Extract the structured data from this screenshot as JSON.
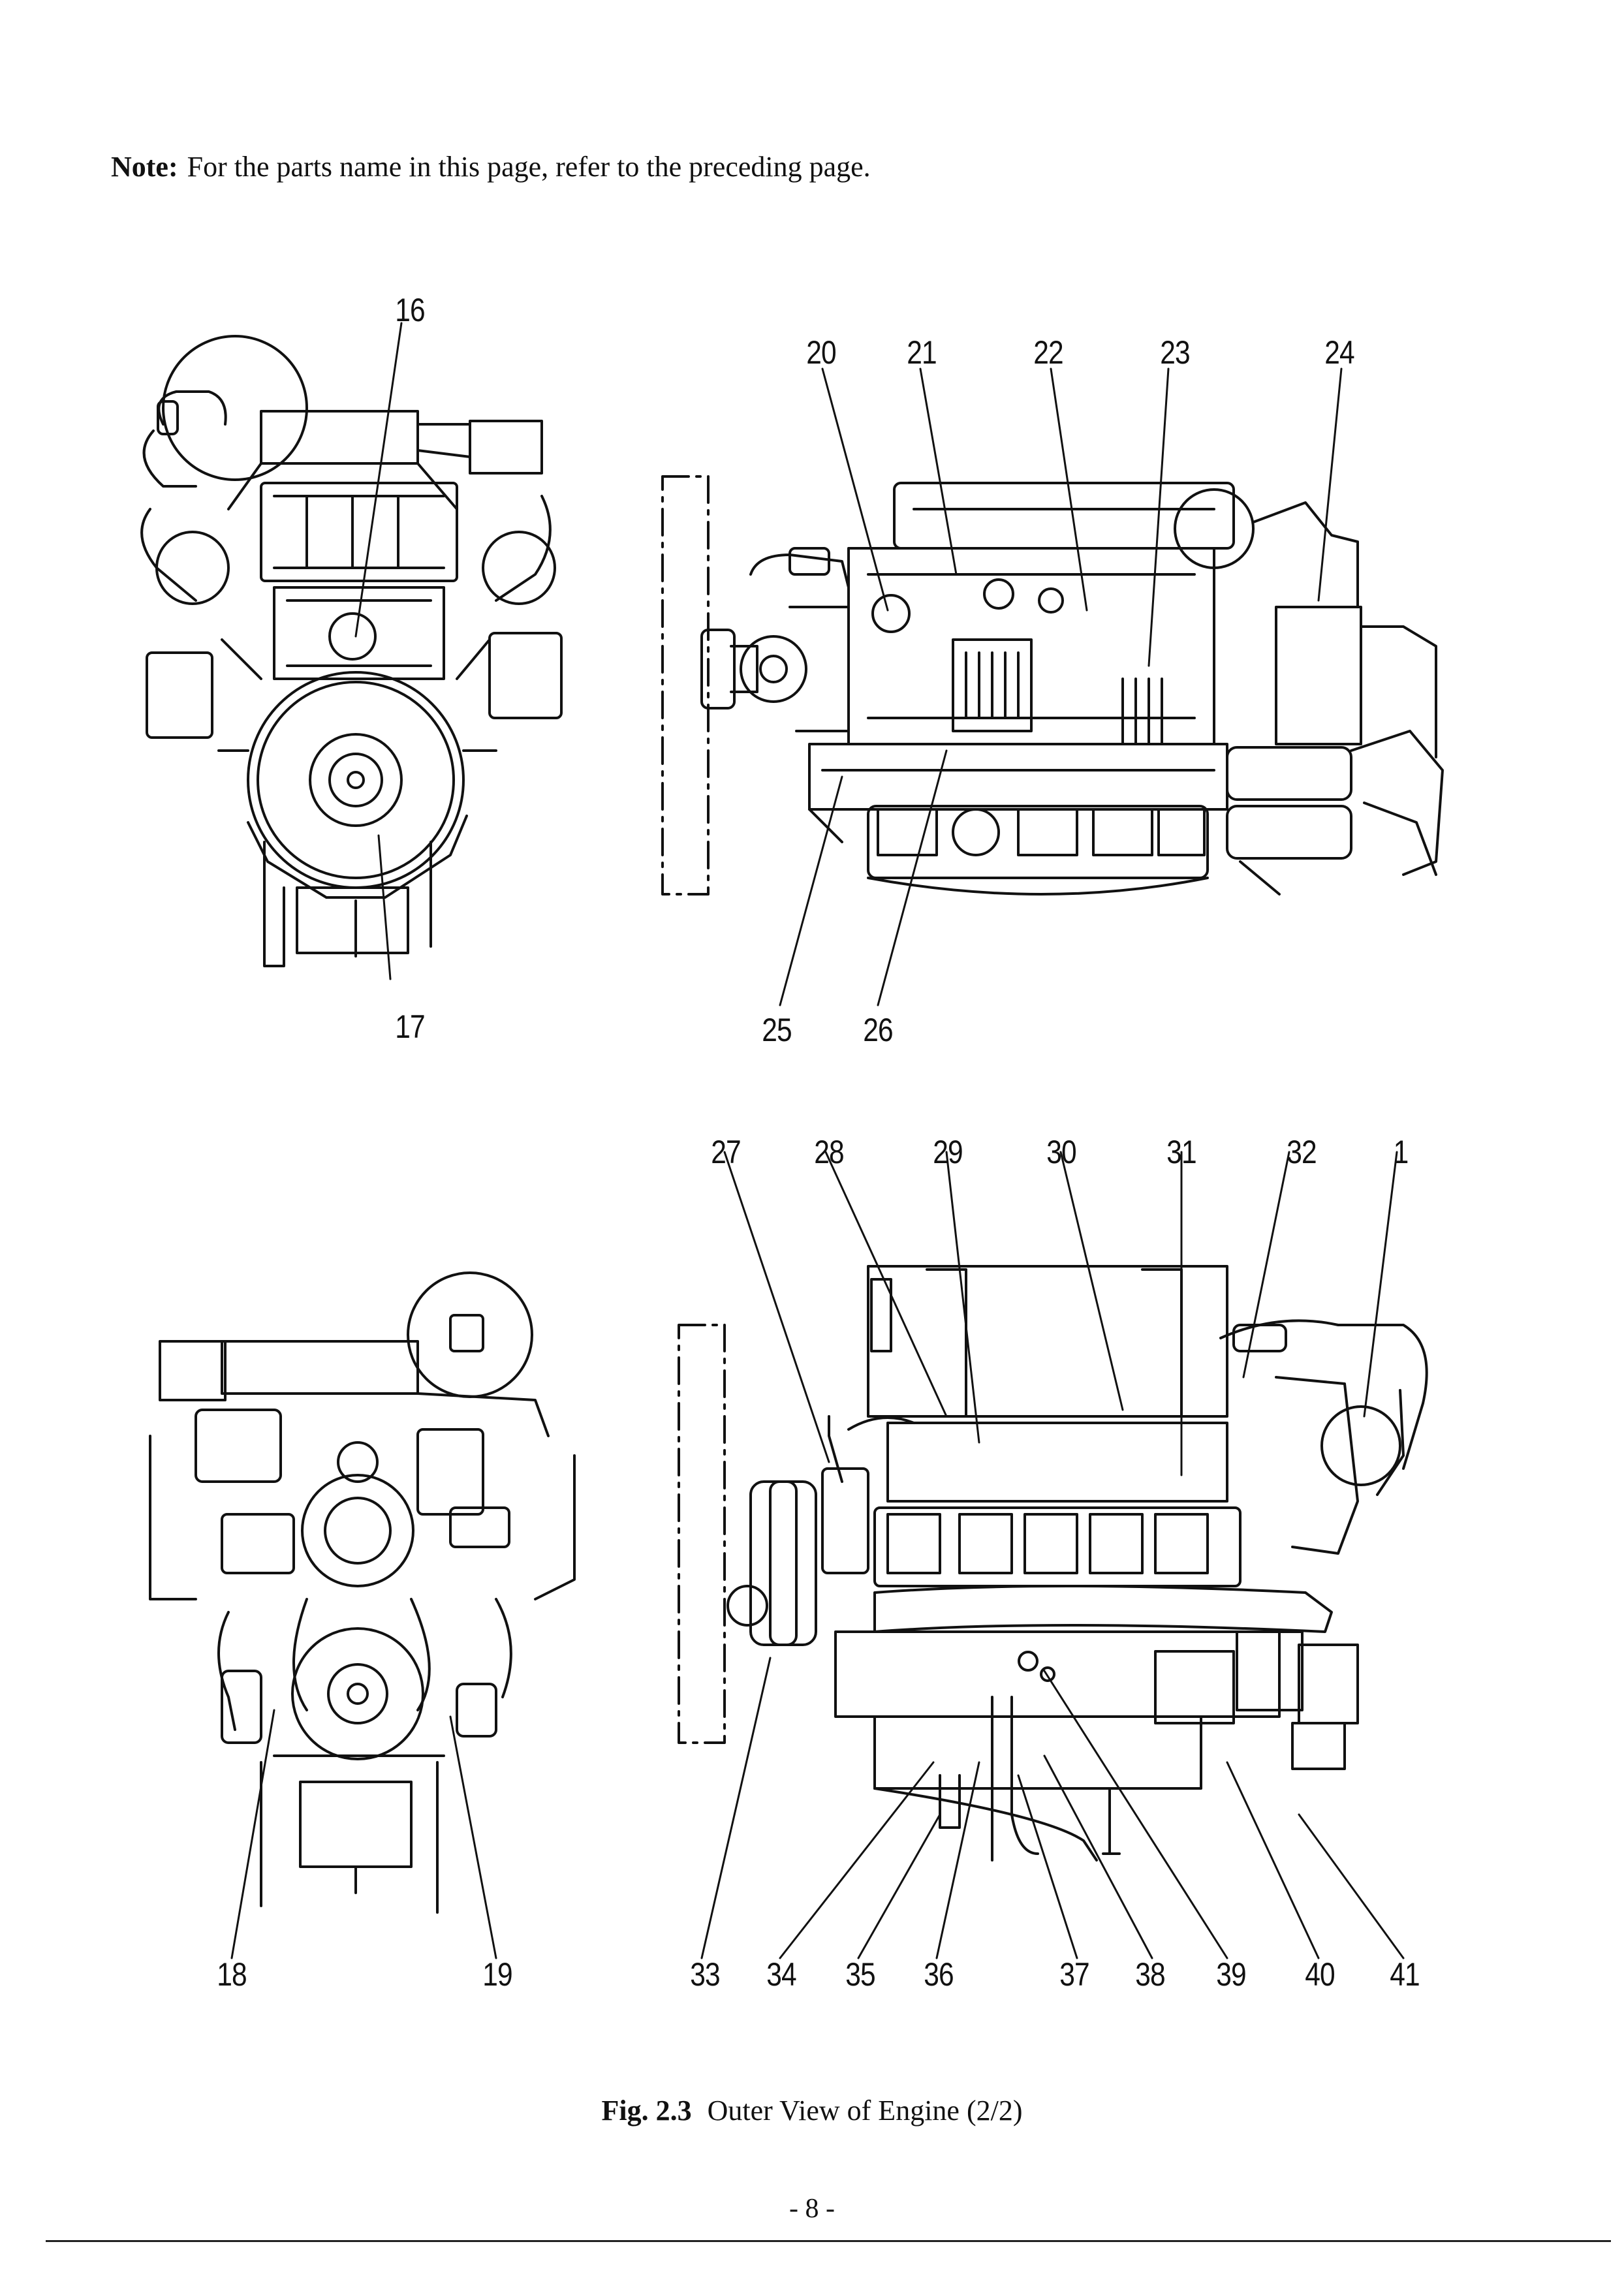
{
  "note": {
    "label": "Note:",
    "text": "For the parts name in this page, refer to the preceding page."
  },
  "callouts": {
    "n16": "16",
    "n17": "17",
    "n18": "18",
    "n19": "19",
    "n20": "20",
    "n21": "21",
    "n22": "22",
    "n23": "23",
    "n24": "24",
    "n25": "25",
    "n26": "26",
    "n27": "27",
    "n28": "28",
    "n29": "29",
    "n30": "30",
    "n31": "31",
    "n32": "32",
    "n1": "1",
    "n33": "33",
    "n34": "34",
    "n35": "35",
    "n36": "36",
    "n37": "37",
    "n38": "38",
    "n39": "39",
    "n40": "40",
    "n41": "41"
  },
  "caption": {
    "label": "Fig. 2.3",
    "title": "Outer View of Engine (2/2)"
  },
  "page_number": "- 8 -"
}
